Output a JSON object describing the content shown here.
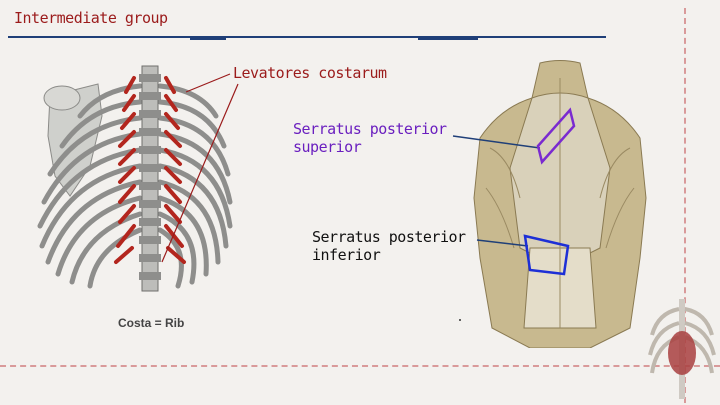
{
  "slide": {
    "title": "Intermediate group",
    "labels": {
      "levatores": "Levatores costarum",
      "serratus_superior_line1": "Serratus posterior",
      "serratus_superior_line2": "superior",
      "serratus_inferior_line1": "Serratus posterior",
      "serratus_inferior_line2": "inferior"
    },
    "caption": "Costa = Rib"
  },
  "colors": {
    "title": "#9b1b1b",
    "rule": "#1f3f78",
    "superior_marker": "#7a2ad0",
    "inferior_marker": "#1d2fd6",
    "muscle_red": "#b3261e"
  }
}
